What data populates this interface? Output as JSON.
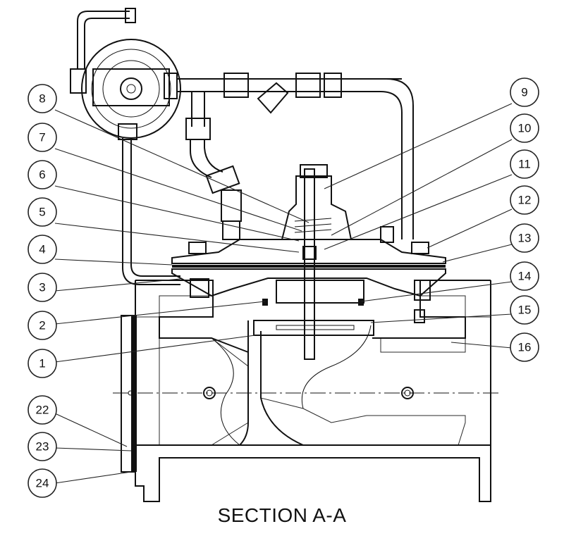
{
  "caption": "SECTION A-A",
  "callouts": [
    {
      "label": "1"
    },
    {
      "label": "2"
    },
    {
      "label": "3"
    },
    {
      "label": "4"
    },
    {
      "label": "5"
    },
    {
      "label": "6"
    },
    {
      "label": "7"
    },
    {
      "label": "8"
    },
    {
      "label": "9"
    },
    {
      "label": "10"
    },
    {
      "label": "11"
    },
    {
      "label": "12"
    },
    {
      "label": "13"
    },
    {
      "label": "14"
    },
    {
      "label": "15"
    },
    {
      "label": "16"
    },
    {
      "label": "22"
    },
    {
      "label": "23"
    },
    {
      "label": "24"
    }
  ]
}
